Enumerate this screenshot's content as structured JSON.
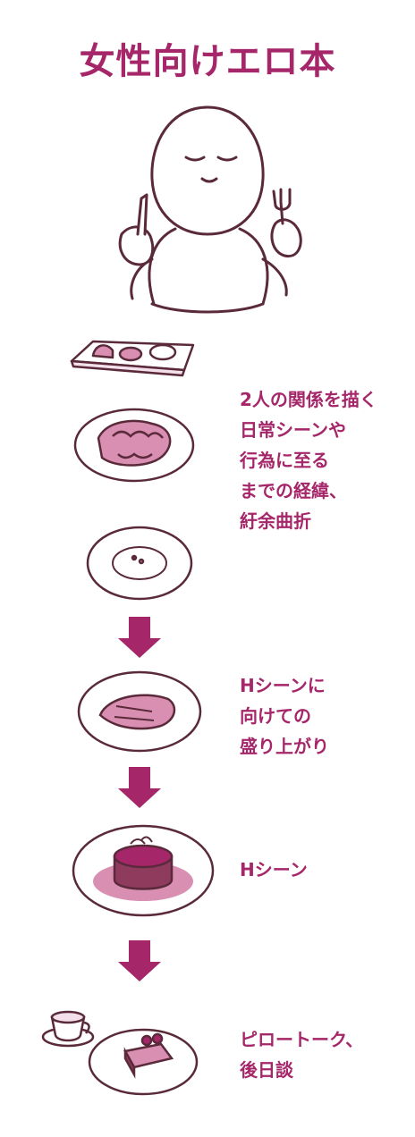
{
  "title": "女性向けエロ本",
  "colors": {
    "accent": "#a6266a",
    "line": "#5a2a3a",
    "fill_light": "#f3e0ea",
    "fill_mid": "#d98fb1",
    "fill_dark": "#8e3b5e"
  },
  "sections": [
    {
      "lines": [
        "2人の関係を描く",
        "日常シーンや",
        "行為に至る",
        "までの経緯、",
        "紆余曲折"
      ]
    },
    {
      "lines": [
        "Hシーンに",
        "向けての",
        "盛り上がり"
      ]
    },
    {
      "lines": [
        "Hシーン"
      ]
    },
    {
      "lines": [
        "ピロートーク、",
        "後日談"
      ]
    }
  ]
}
